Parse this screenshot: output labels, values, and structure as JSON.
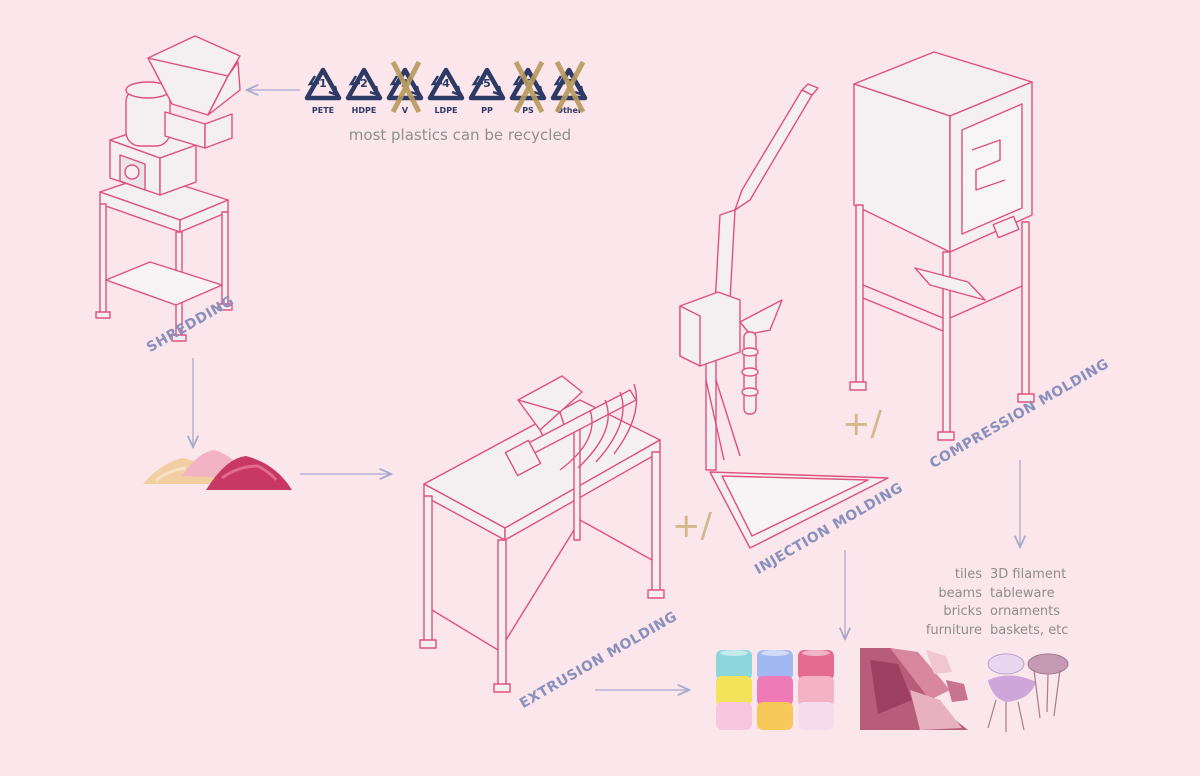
{
  "recycling_codes": [
    {
      "number": "1",
      "code": "PETE",
      "crossed": false
    },
    {
      "number": "2",
      "code": "HDPE",
      "crossed": false
    },
    {
      "number": "3",
      "code": "V",
      "crossed": true
    },
    {
      "number": "4",
      "code": "LDPE",
      "crossed": false
    },
    {
      "number": "5",
      "code": "PP",
      "crossed": false
    },
    {
      "number": "6",
      "code": "PS",
      "crossed": true
    },
    {
      "number": "7",
      "code": "Other",
      "crossed": true
    }
  ],
  "caption": "most plastics can be recycled",
  "stages": {
    "shredding": "SHREDDING",
    "extrusion": "EXTRUSION MOLDING",
    "injection": "INJECTION MOLDING",
    "compression": "COMPRESSION MOLDING"
  },
  "plus_symbols": [
    "+/",
    "+/"
  ],
  "products_left": [
    "tiles",
    "beams",
    "bricks",
    "furniture"
  ],
  "products_right": [
    "3D filament",
    "tableware",
    "ornaments",
    "baskets, etc"
  ],
  "colors": {
    "background": "#fbe6ec",
    "machine_line": "#e0507e",
    "machine_fill": "#f4f0f2",
    "arrow": "#a9aacb",
    "label": "#8a90bd",
    "symbol": "#2e3a66",
    "cross": "#b89a5c"
  }
}
